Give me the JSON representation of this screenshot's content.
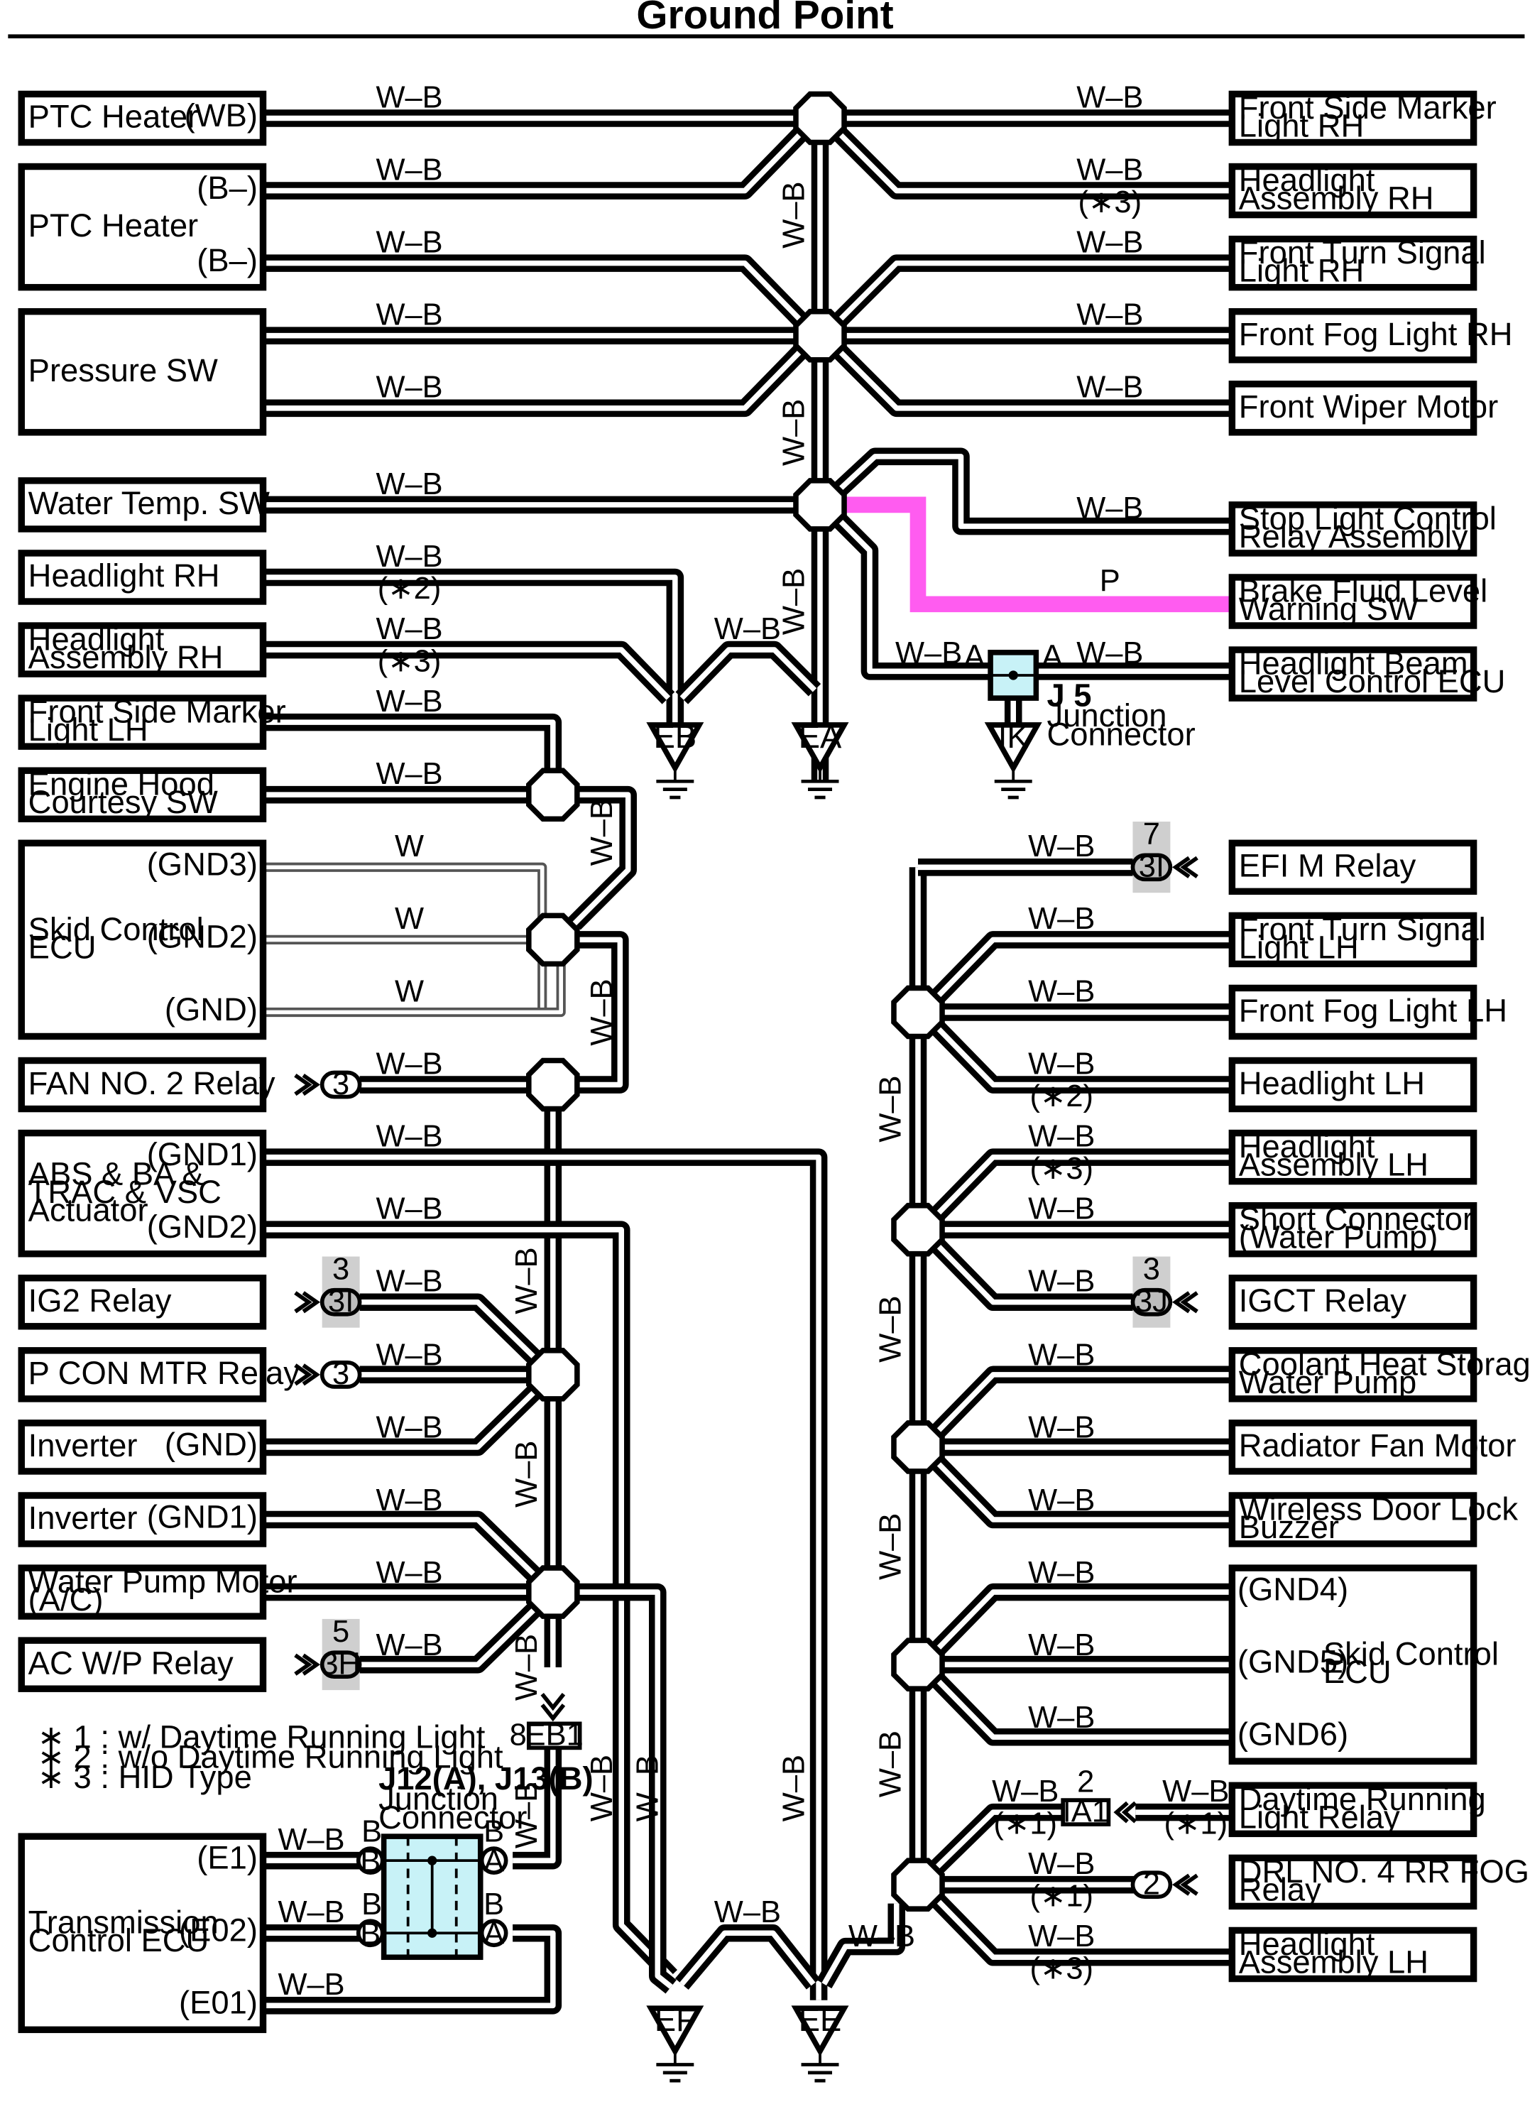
{
  "title": "Ground Point",
  "colors": {
    "wire": "#000000",
    "pink_wire": "#ff5cf0",
    "junction_fill": "#c8f2f7",
    "connector_shade": "#cfcfcf"
  },
  "left_components": [
    {
      "id": "ptc1",
      "name": "PTC Heater",
      "pins": [
        "(WB)"
      ]
    },
    {
      "id": "ptc2",
      "name": "PTC Heater",
      "pins": [
        "(B–)",
        "(B–)"
      ]
    },
    {
      "id": "press",
      "name": "Pressure SW",
      "pins": []
    },
    {
      "id": "wtemp",
      "name": "Water Temp.  SW",
      "pins": []
    },
    {
      "id": "hlrh",
      "name": "Headlight RH",
      "pins": []
    },
    {
      "id": "hlarh",
      "name": "Headlight\nAssembly RH",
      "pins": []
    },
    {
      "id": "fsmlh",
      "name": "Front Side Marker\nLight LH",
      "pins": []
    },
    {
      "id": "ehcs",
      "name": "Engine Hood\nCourtesy SW",
      "pins": []
    },
    {
      "id": "skid1",
      "name": "Skid Control\nECU",
      "pins": [
        "(GND3)",
        "(GND2)",
        "(GND)"
      ]
    },
    {
      "id": "fan2",
      "name": "FAN NO. 2 Relay",
      "pins": []
    },
    {
      "id": "abs",
      "name": "ABS & BA &\nTRAC & VSC\nActuator",
      "pins": [
        "(GND1)",
        "(GND2)"
      ]
    },
    {
      "id": "ig2",
      "name": "IG2 Relay",
      "pins": []
    },
    {
      "id": "pcon",
      "name": "P CON MTR Relay",
      "pins": []
    },
    {
      "id": "inv1",
      "name": "Inverter",
      "pins": [
        "(GND)"
      ]
    },
    {
      "id": "inv2",
      "name": "Inverter",
      "pins": [
        "(GND1)"
      ]
    },
    {
      "id": "wpm",
      "name": "Water Pump Motor\n(A/C)",
      "pins": []
    },
    {
      "id": "acwp",
      "name": "AC W/P Relay",
      "pins": []
    },
    {
      "id": "tecu",
      "name": "Transmission\nControl ECU",
      "pins": [
        "(E1)",
        "(E02)",
        "(E01)"
      ]
    }
  ],
  "right_components": [
    {
      "id": "fsmrh",
      "name": "Front Side Marker\nLight RH",
      "pins": []
    },
    {
      "id": "hlarh2",
      "name": "Headlight\nAssembly RH",
      "pins": []
    },
    {
      "id": "ftsrh",
      "name": "Front Turn Signal\nLight RH",
      "pins": []
    },
    {
      "id": "ffrh",
      "name": "Front Fog Light RH",
      "pins": []
    },
    {
      "id": "fwm",
      "name": "Front Wiper Motor",
      "pins": []
    },
    {
      "id": "slc",
      "name": "Stop Light Control\nRelay Assembly",
      "pins": []
    },
    {
      "id": "bfl",
      "name": "Brake Fluid Level\nWarning SW",
      "pins": []
    },
    {
      "id": "hblc",
      "name": "Headlight Beam\nLevel Control ECU",
      "pins": []
    },
    {
      "id": "efim",
      "name": "EFI M Relay",
      "pins": []
    },
    {
      "id": "ftslh",
      "name": "Front Turn Signal\nLight LH",
      "pins": []
    },
    {
      "id": "fflh",
      "name": "Front Fog Light LH",
      "pins": []
    },
    {
      "id": "hllh",
      "name": "Headlight LH",
      "pins": []
    },
    {
      "id": "hlalh",
      "name": "Headlight\nAssembly LH",
      "pins": []
    },
    {
      "id": "scwp",
      "name": "Short Connector\n(Water Pump)",
      "pins": []
    },
    {
      "id": "igct",
      "name": "IGCT Relay",
      "pins": []
    },
    {
      "id": "chs",
      "name": "Coolant Heat Storage\nWater Pump",
      "pins": []
    },
    {
      "id": "rfm",
      "name": "Radiator Fan Motor",
      "pins": []
    },
    {
      "id": "wdl",
      "name": "Wireless Door Lock\nBuzzer",
      "pins": []
    },
    {
      "id": "skid2",
      "name": "Skid Control\nECU",
      "pins": [
        "(GND4)",
        "(GND5)",
        "(GND6)"
      ]
    },
    {
      "id": "drl",
      "name": "Daytime Running\nLight Relay",
      "pins": []
    },
    {
      "id": "drl4",
      "name": "DRL NO. 4 RR FOG\nRelay",
      "pins": []
    },
    {
      "id": "hlalh2",
      "name": "Headlight\nAssembly LH",
      "pins": []
    }
  ],
  "wire_labels": {
    "wb": "W–B",
    "w": "W",
    "p": "P"
  },
  "annotations": {
    "s1": "(∗1)",
    "s2": "(∗2)",
    "s3": "(∗3)"
  },
  "grounds": [
    "EB",
    "EA",
    "IK",
    "EF",
    "EE"
  ],
  "junctions": {
    "j5_id": "J 5",
    "j5_name": "Junction\nConnector",
    "j5_pin": "A",
    "j12_id": "J12(A), J13(B)",
    "j12_name": "Junction\nConnector",
    "j12_pin_a": "A",
    "j12_pin_b": "B"
  },
  "connectors": {
    "c3i_efi": {
      "code": "3I",
      "pin": "7"
    },
    "c3j": {
      "code": "3J",
      "pin": "3"
    },
    "c3i_ig2": {
      "code": "3I",
      "pin": "3"
    },
    "c3h": {
      "code": "3H",
      "pin": "5"
    },
    "c_fan2": {
      "code": "3"
    },
    "c_pcon": {
      "code": "3"
    },
    "c_drl4": {
      "code": "2"
    },
    "ia1": {
      "code": "IA1",
      "pin": "2"
    },
    "eb1": {
      "code": "EB1",
      "pin": "8"
    }
  },
  "notes": [
    "∗ 1 : w/ Daytime Running Light",
    "∗ 2 : w/o Daytime Running Light",
    "∗ 3 : HID Type"
  ]
}
